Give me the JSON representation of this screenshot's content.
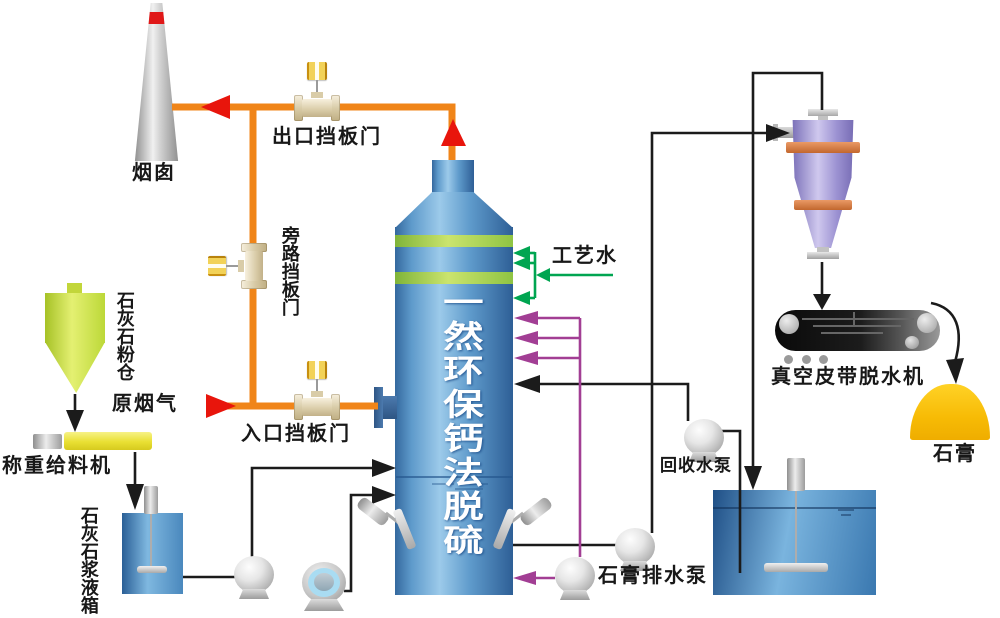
{
  "diagram": {
    "tower_title": "一然环保钙法脱硫",
    "labels": {
      "chimney": "烟囱",
      "outlet_damper": "出口挡板门",
      "bypass_damper": "旁路挡板门",
      "inlet_damper": "入口挡板门",
      "raw_flue_gas": "原烟气",
      "limestone_silo": "石灰石粉仓",
      "weigh_feeder": "称重给料机",
      "limestone_slurry_tank": "石灰石浆液箱",
      "process_water": "工艺水",
      "recovery_pump": "回收水泵",
      "gypsum_drain_pump": "石膏排水泵",
      "vacuum_belt_dewaterer": "真空皮带脱水机",
      "gypsum": "石膏"
    },
    "colors": {
      "flue_gas_pipe_orange": "#F08519",
      "flow_arrow_red": "#E8150C",
      "process_water_green": "#00A551",
      "slurry_line_purple": "#A23E94",
      "process_line_black": "#1B1B1B",
      "tower_blue": "#5E9ACB",
      "tower_band_green": "#9DC93F",
      "limestone_silo_green": "#C8DC40",
      "cyclone_lavender": "#A89CD8",
      "gypsum_yellow": "#F7BB05"
    }
  }
}
